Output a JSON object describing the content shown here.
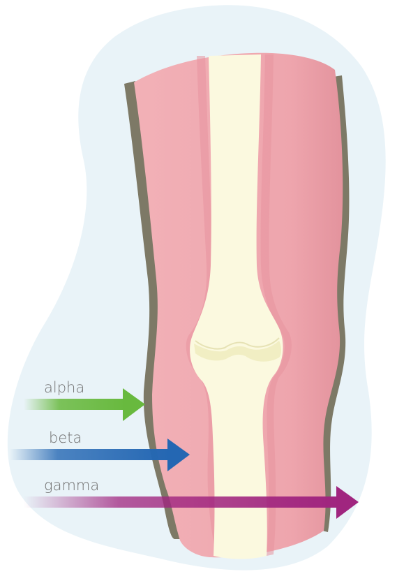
{
  "labels": {
    "alpha": "alpha",
    "beta": "beta",
    "gamma": "gamma"
  },
  "colors": {
    "background_blob": "#e9f3f8",
    "skin_outline": "#7d7966",
    "tissue": "#eea6ad",
    "tissue_shadow": "#e58f9a",
    "bone": "#fbf9df",
    "bone_shadow": "#f2efc3",
    "alpha_arrow": "#68b93e",
    "beta_arrow": "#2467b3",
    "gamma_arrow": "#a0257f"
  }
}
